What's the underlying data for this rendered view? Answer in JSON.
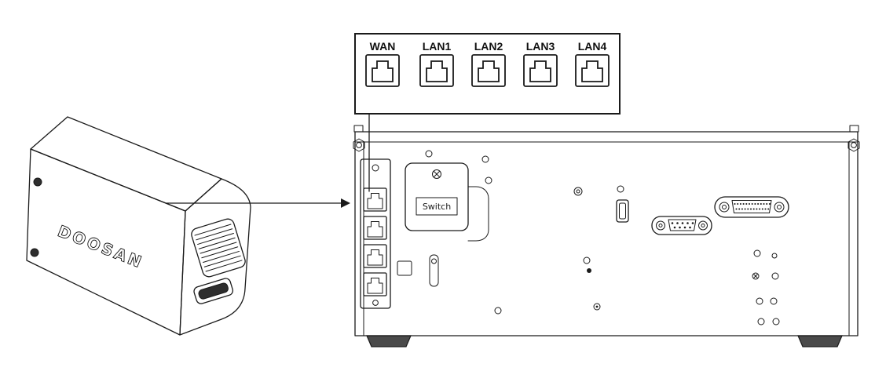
{
  "colors": {
    "line": "#1a1a1a",
    "background": "#ffffff",
    "foot": "#4a4a4a"
  },
  "callout": {
    "ports": [
      {
        "label": "WAN"
      },
      {
        "label": "LAN1"
      },
      {
        "label": "LAN2"
      },
      {
        "label": "LAN3"
      },
      {
        "label": "LAN4"
      }
    ]
  },
  "device": {
    "brand": "DOOSAN"
  },
  "panel": {
    "switch_label": "Switch"
  }
}
